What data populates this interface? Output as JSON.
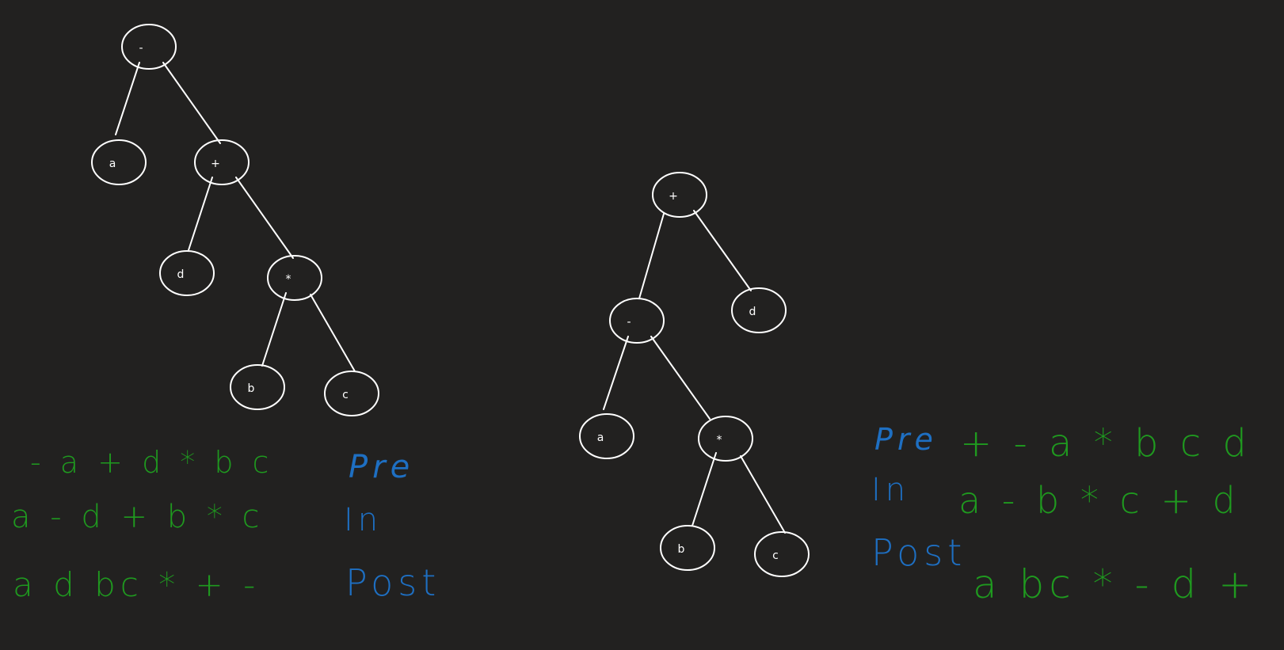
{
  "colors": {
    "background": "#222120",
    "stroke": "#ffffff",
    "green_ink": "#1f9a1f",
    "blue_ink": "#1e6fc2"
  },
  "tree1": {
    "root": "-",
    "n_a": "a",
    "n_plus": "+",
    "n_d": "d",
    "n_star": "*",
    "n_b": "b",
    "n_c": "c"
  },
  "tree2": {
    "root": "+",
    "n_minus": "-",
    "n_d": "d",
    "n_a": "a",
    "n_star": "*",
    "n_b": "b",
    "n_c": "c"
  },
  "notes_left": {
    "pre_expr": "- a + d * b c",
    "in_expr": "a - d + b * c",
    "post_expr": "a d bc * + -",
    "pre_label": "Pre",
    "in_label": "In",
    "post_label": "Post"
  },
  "notes_right": {
    "pre_label": "Pre",
    "in_label": "In",
    "post_label": "Post",
    "pre_expr": "+ - a * b c d",
    "in_expr": "a - b * c + d",
    "post_expr": "a bc * - d +"
  }
}
